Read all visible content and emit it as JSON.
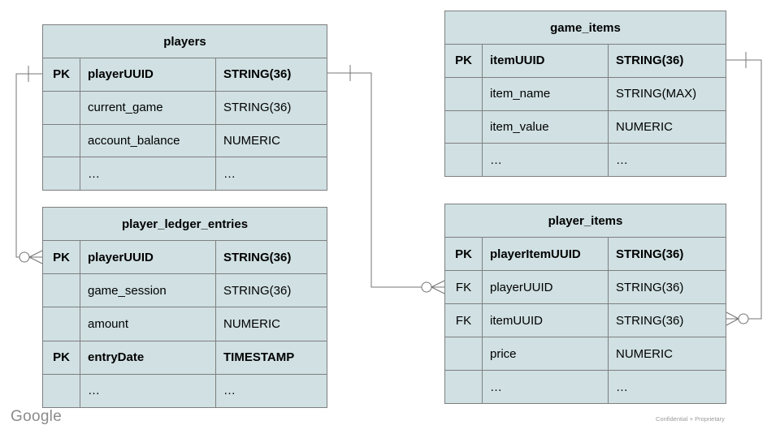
{
  "diagram": {
    "tables": {
      "players": {
        "title": "players",
        "rows": [
          {
            "key": "PK",
            "field": "playerUUID",
            "type": "STRING(36)"
          },
          {
            "key": "",
            "field": "current_game",
            "type": "STRING(36)"
          },
          {
            "key": "",
            "field": "account_balance",
            "type": "NUMERIC"
          },
          {
            "key": "",
            "field": "…",
            "type": "…"
          }
        ]
      },
      "game_items": {
        "title": "game_items",
        "rows": [
          {
            "key": "PK",
            "field": "itemUUID",
            "type": "STRING(36)"
          },
          {
            "key": "",
            "field": "item_name",
            "type": "STRING(MAX)"
          },
          {
            "key": "",
            "field": "item_value",
            "type": "NUMERIC"
          },
          {
            "key": "",
            "field": "…",
            "type": "…"
          }
        ]
      },
      "player_ledger_entries": {
        "title": "player_ledger_entries",
        "rows": [
          {
            "key": "PK",
            "field": "playerUUID",
            "type": "STRING(36)"
          },
          {
            "key": "",
            "field": "game_session",
            "type": "STRING(36)"
          },
          {
            "key": "",
            "field": "amount",
            "type": "NUMERIC"
          },
          {
            "key": "PK",
            "field": "entryDate",
            "type": "TIMESTAMP"
          },
          {
            "key": "",
            "field": "…",
            "type": "…"
          }
        ]
      },
      "player_items": {
        "title": "player_items",
        "rows": [
          {
            "key": "PK",
            "field": "playerItemUUID",
            "type": "STRING(36)"
          },
          {
            "key": "FK",
            "field": "playerUUID",
            "type": "STRING(36)"
          },
          {
            "key": "FK",
            "field": "itemUUID",
            "type": "STRING(36)"
          },
          {
            "key": "",
            "field": "price",
            "type": "NUMERIC"
          },
          {
            "key": "",
            "field": "…",
            "type": "…"
          }
        ]
      }
    },
    "relationships": [
      {
        "from": "players.playerUUID",
        "to": "player_ledger_entries.playerUUID",
        "from_cardinality": "one",
        "to_cardinality": "zero-or-many"
      },
      {
        "from": "players.playerUUID",
        "to": "player_items.playerUUID",
        "from_cardinality": "one",
        "to_cardinality": "zero-or-many"
      },
      {
        "from": "game_items.itemUUID",
        "to": "player_items.itemUUID",
        "from_cardinality": "one",
        "to_cardinality": "zero-or-many"
      }
    ]
  },
  "colors": {
    "cell_fill": "#d0e0e3",
    "table_border": "#7f7f7f",
    "line": "#757575"
  },
  "footer": {
    "logo_text": "Google",
    "confidential_text": "Confidential + Proprietary"
  }
}
